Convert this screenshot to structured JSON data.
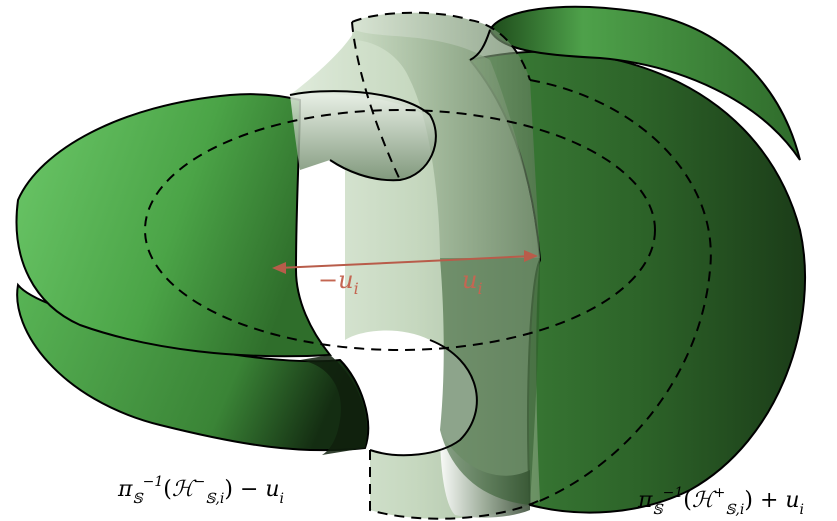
{
  "figure": {
    "labels": {
      "vector_left": "−u",
      "vector_left_sub": "i",
      "vector_right": "u",
      "vector_right_sub": "i",
      "caption_left": {
        "pi": "π",
        "pi_sub": "𝕊",
        "pi_sup": "−1",
        "open": "(",
        "set": "ℋ",
        "set_sup": "−",
        "set_sub": "𝕊,i",
        "close": ")",
        "op": " − u",
        "op_sub": "i"
      },
      "caption_right": {
        "pi": "π",
        "pi_sub": "𝕊",
        "pi_sup": "−1",
        "open": "(",
        "set": "ℋ",
        "set_sup": "+",
        "set_sub": "𝕊,i",
        "close": ")",
        "op": " + u",
        "op_sub": "i"
      }
    },
    "colors": {
      "green_light": "#5fbf5c",
      "green_mid": "#3f8f3b",
      "green_dark": "#1c3f1a",
      "pale_green": "#c9dcc3",
      "arrow": "#b85c4a",
      "outline": "#000000"
    }
  }
}
